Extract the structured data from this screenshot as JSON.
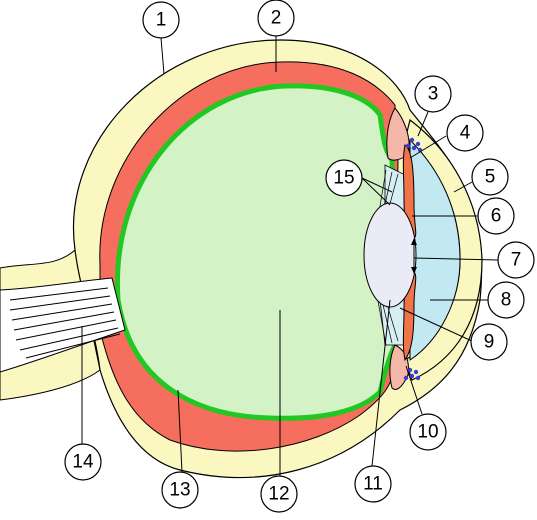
{
  "colors": {
    "sclera": "#fbf7c0",
    "choroid": "#f56e5e",
    "retina": "#22c822",
    "vitreous": "#d3f2c6",
    "aqueous": "#c2e8f2",
    "lens": "#ebebf7",
    "iris": "#f07448",
    "ciliary": "#f5b8a8",
    "zonule": "#d6eef4",
    "canal_dots": "#3b3bd6",
    "outline": "#000000"
  },
  "labels": [
    {
      "id": "1",
      "text": "1"
    },
    {
      "id": "2",
      "text": "2"
    },
    {
      "id": "3",
      "text": "3"
    },
    {
      "id": "4",
      "text": "4"
    },
    {
      "id": "5",
      "text": "5"
    },
    {
      "id": "6",
      "text": "6"
    },
    {
      "id": "7",
      "text": "7"
    },
    {
      "id": "8",
      "text": "8"
    },
    {
      "id": "9",
      "text": "9"
    },
    {
      "id": "10",
      "text": "10"
    },
    {
      "id": "11",
      "text": "11"
    },
    {
      "id": "12",
      "text": "12"
    },
    {
      "id": "13",
      "text": "13"
    },
    {
      "id": "14",
      "text": "14"
    },
    {
      "id": "15",
      "text": "15"
    }
  ]
}
